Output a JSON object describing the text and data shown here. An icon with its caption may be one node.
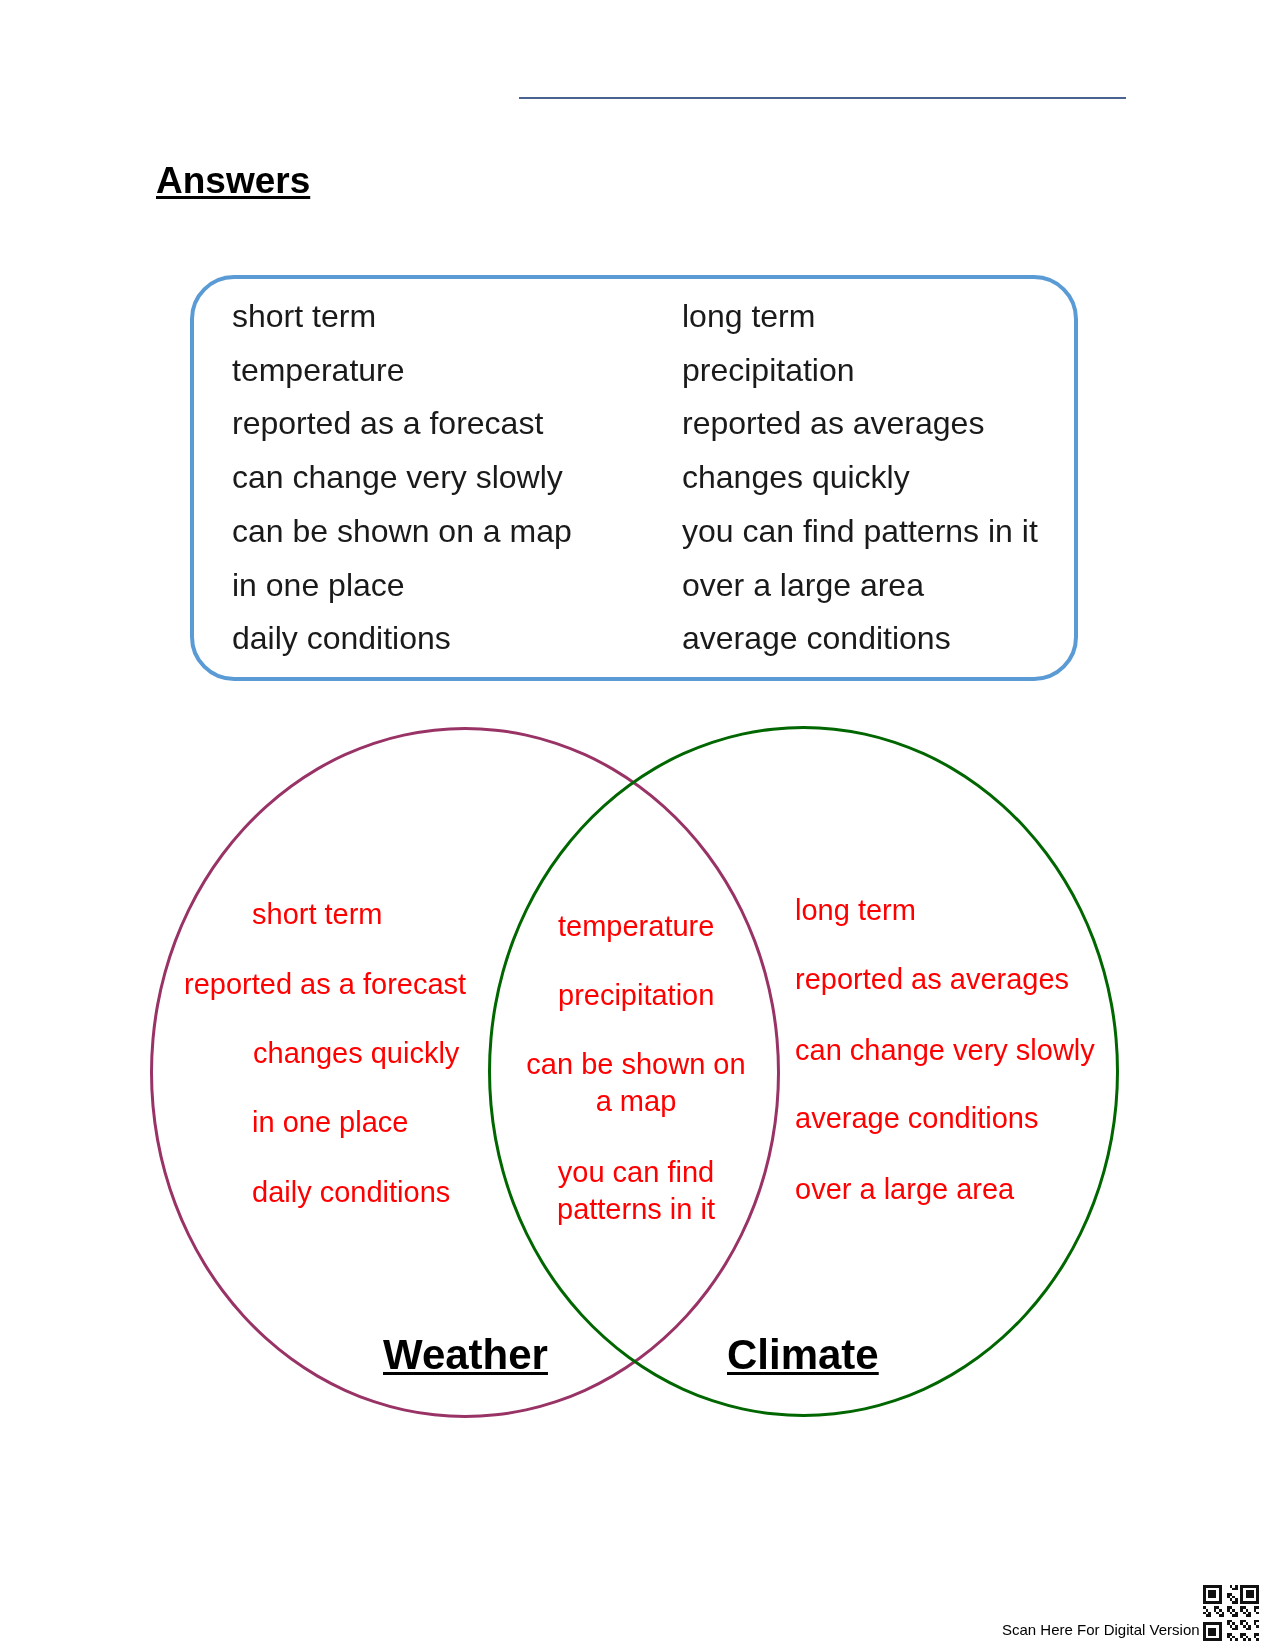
{
  "diagram": {
    "title": "Answers",
    "nodes": [
      {
        "text": [
          "short term",
          "long term",
          "temperature",
          "precipitation",
          "reported as a forecast",
          "reported as averages",
          "can change very slowly",
          "changes quickly",
          "can be shown on a map",
          "you can find patterns in it",
          "in one place",
          "over a large area",
          "daily conditions",
          "average conditions"
        ]
      },
      {
        "text": [
          "short term",
          "reported as a forecast",
          "changes quickly",
          "in one place",
          "daily conditions",
          "Weather"
        ]
      },
      {
        "text": [
          "long term",
          "reported as averages",
          "can change very slowly",
          "average conditions",
          "over a large area",
          "Climate"
        ]
      }
    ],
    "labels": [
      "temperature",
      "precipitation",
      "can be shown on a map",
      "you can find patterns in it",
      "Scan Here For Digital Version"
    ]
  }
}
